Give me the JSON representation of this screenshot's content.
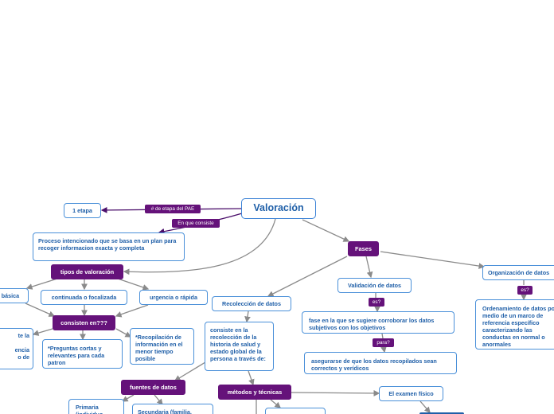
{
  "map": {
    "center": "Valoración",
    "etapa": "1 etapa",
    "label_etapa": "# de etapa del PAE",
    "label_consiste": "En que consiste",
    "proceso": "Proceso intencionado que se basa en un plan para recoger informacion exacta y completa",
    "tipos": "tipos de valoración",
    "basica": "básica",
    "continuada": "continuada o focalizada",
    "urgencia": "urgencia o rápida",
    "consisten": "consisten en???",
    "left_cut_1": "te la",
    "left_cut_2": "",
    "left_cut_3": "encia",
    "left_cut_4": "o de",
    "preguntas": "*Preguntas cortas y relevantes para cada patron",
    "recopilacion": "*Recopilación de información en el menor tiempo posible",
    "recoleccion": "Recolección de datos",
    "consiste_recoleccion": "consiste en la recolección de la historia de salud y estado global de la persona a través de:",
    "fuentes": "fuentes de datos",
    "primaria": "Primaria (individuo",
    "secundaria": "Secundaria (familia,",
    "metodos": "métodos y técnicas",
    "examen": "El examen físico",
    "fases": "Fases",
    "validacion": "Validación de datos",
    "label_es": "es?",
    "fase_sugiere": "fase en la que se sugiere corroborar los datos subjetivos con los objetivos",
    "label_para": "para?",
    "asegurarse": "asegurarse de que los datos recopilados sean correctos y verídicos",
    "organizacion": "Organización de datos",
    "label_es2": "es?",
    "ordenamiento": "Ordenamiento de datos por medio de un marco de referencia específico caracterizando las conductas en normal o anormales"
  },
  "colors": {
    "topic_fill": "#65127a",
    "node_border": "#4a90d9",
    "node_text": "#1f5fa8",
    "link": "#8a8a8a"
  }
}
